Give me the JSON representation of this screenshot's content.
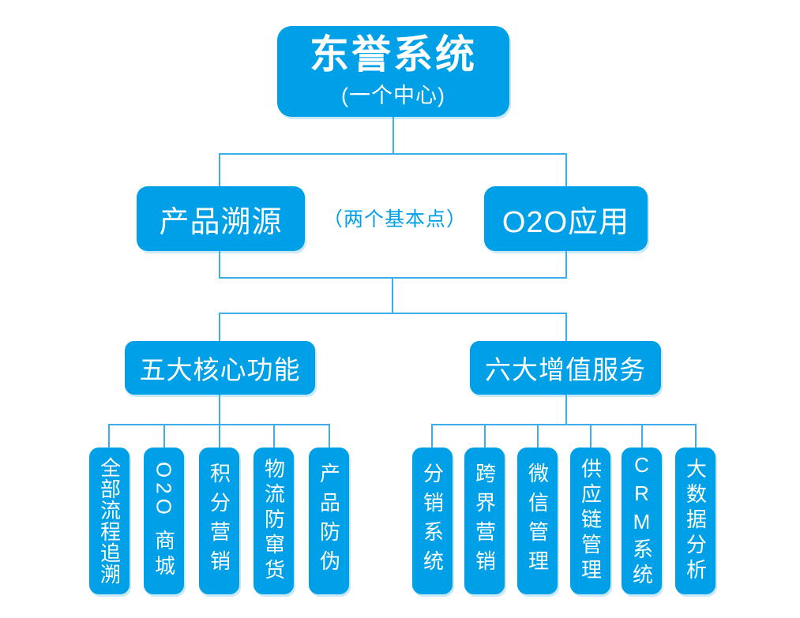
{
  "root_node": {
    "title": "东誉系统",
    "subtitle": "(一个中心)"
  },
  "basics_level": {
    "left_label": "产品溯源",
    "caption": "（两个基本点）",
    "right_label": "O2O应用"
  },
  "left_group": {
    "title": "五大核心功能",
    "children": [
      "全部流程追溯",
      "O2O 商城",
      "积分营销",
      "物流防窜货",
      "产品防伪"
    ]
  },
  "right_group": {
    "title": "六大增值服务",
    "children": [
      "分销系统",
      "跨界营销",
      "微信管理",
      "供应链管理",
      "CRM系统",
      "大数据分析"
    ]
  },
  "colors": {
    "node_fill": "#00A0E9",
    "connector_line": "#3BAEE9",
    "node_text": "#FFFFFF",
    "caption_text": "#00A0E9",
    "background": "#FFFFFF"
  }
}
